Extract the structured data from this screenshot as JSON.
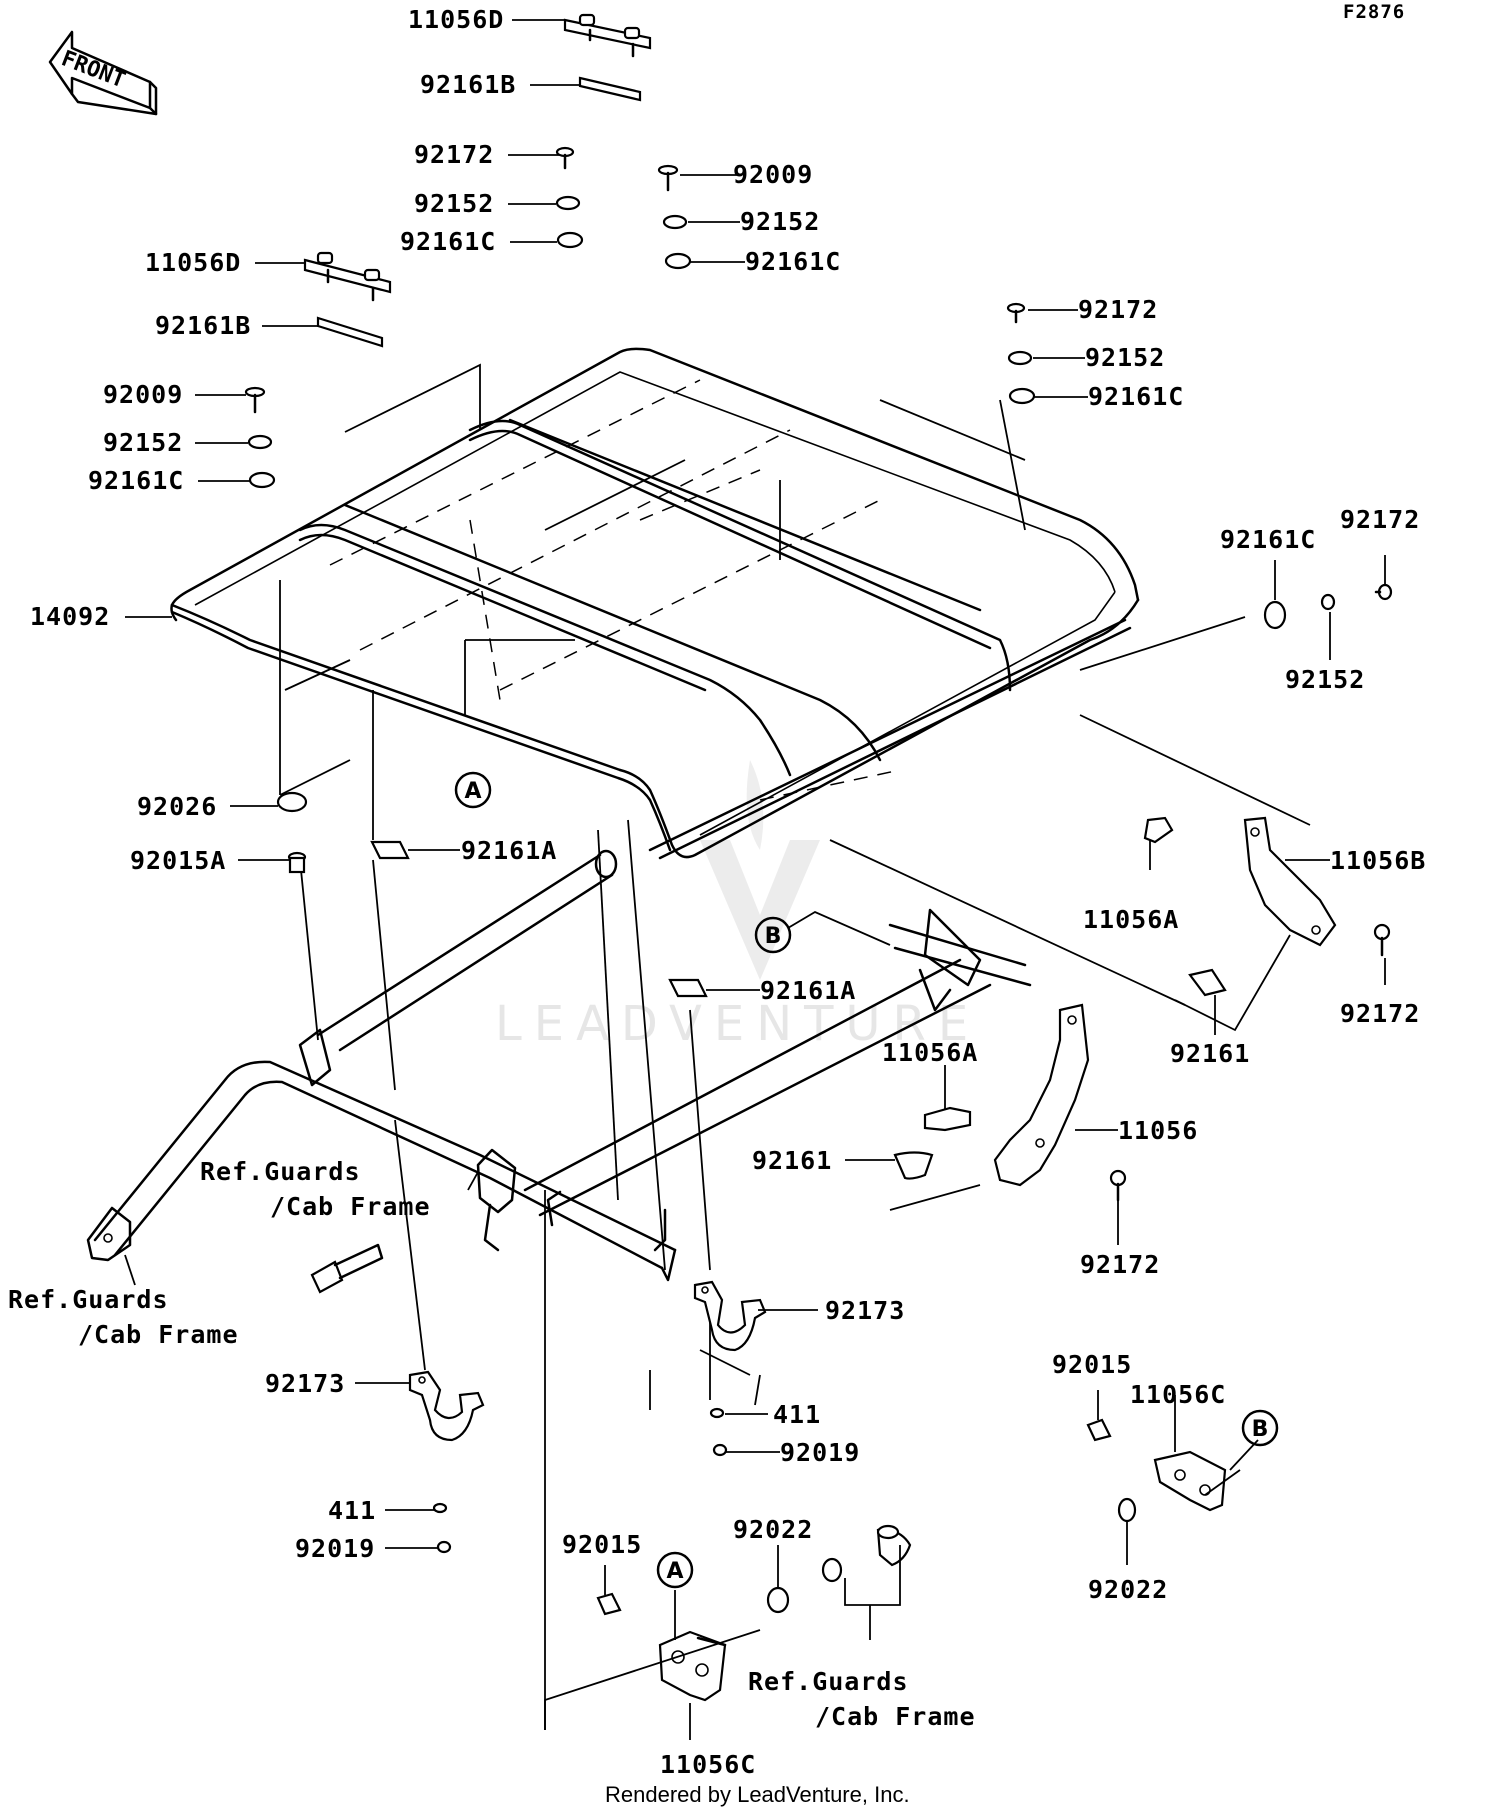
{
  "diagram_code": "F2876",
  "front_label": "FRONT",
  "watermark": "LEADVENTURE",
  "footer": "Rendered by LeadVenture, Inc.",
  "parts": {
    "p11056D_top": "11056D",
    "p92161B_top": "92161B",
    "p92172_top": "92172",
    "p92152_top": "92152",
    "p92161C_top": "92161C",
    "p92009_mid": "92009",
    "p92152_mid": "92152",
    "p92161C_mid": "92161C",
    "p11056D_left": "11056D",
    "p92161B_left": "92161B",
    "p92009_left": "92009",
    "p92152_left": "92152",
    "p92161C_left": "92161C",
    "p92172_right": "92172",
    "p92152_right": "92152",
    "p92161C_right": "92161C",
    "p92161C_far": "92161C",
    "p92172_far": "92172",
    "p92152_far": "92152",
    "p14092": "14092",
    "p92026": "92026",
    "p92015A": "92015A",
    "p92161A_left": "92161A",
    "p92161A_mid": "92161A",
    "p11056A_right": "11056A",
    "p11056B": "11056B",
    "p92172_b": "92172",
    "p92161_right": "92161",
    "p11056A_mid": "11056A",
    "p11056": "11056",
    "p92161_mid": "92161",
    "p92172_c": "92172",
    "p92173_right": "92173",
    "p411_right": "411",
    "p92019_right": "92019",
    "p92173_left": "92173",
    "p411_left": "411",
    "p92019_left": "92019",
    "p92015_left": "92015",
    "p92022_left": "92022",
    "p11056C_bottom": "11056C",
    "p92015_right": "92015",
    "p11056C_right": "11056C",
    "p92022_right": "92022"
  },
  "callouts": {
    "A_top": "A",
    "B_top": "B",
    "A_bottom": "A",
    "B_bottom": "B"
  },
  "references": {
    "ref1_line1": "Ref.Guards",
    "ref1_line2": "/Cab Frame",
    "ref2_line1": "Ref.Guards",
    "ref2_line2": "/Cab Frame",
    "ref3_line1": "Ref.Guards",
    "ref3_line2": "/Cab Frame"
  }
}
